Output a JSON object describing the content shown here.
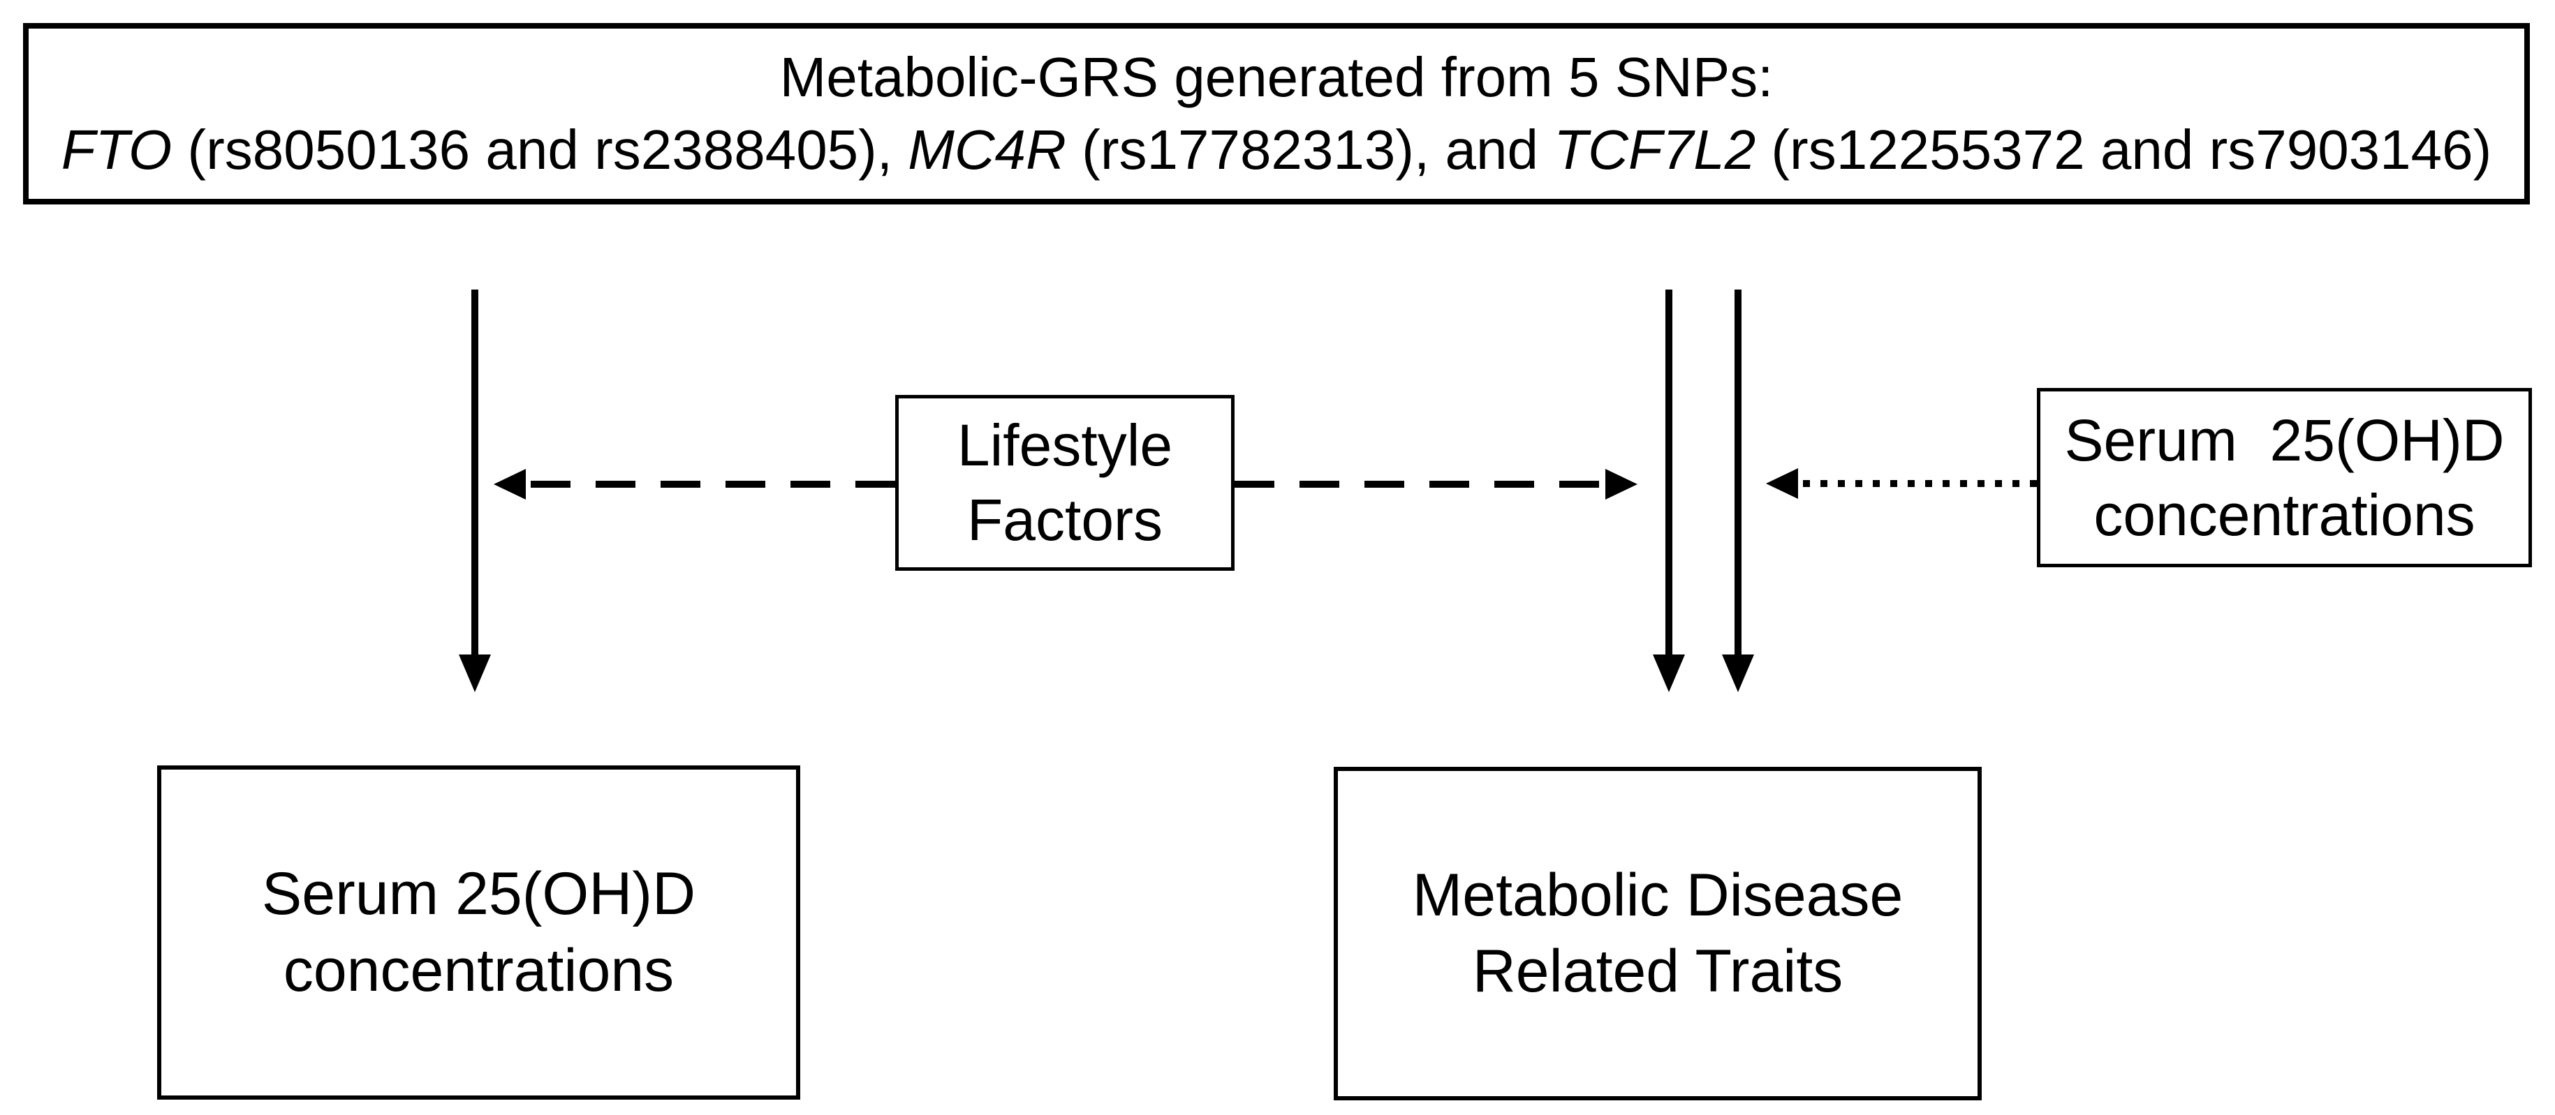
{
  "figure": {
    "background_color": "#ffffff",
    "line_color": "#000000",
    "grs_box": {
      "line1": "Metabolic-GRS generated from 5 SNPs:",
      "line2_segments": [
        {
          "text": "FTO",
          "italic": true
        },
        {
          "text": " (rs8050136 and rs2388405), ",
          "italic": false
        },
        {
          "text": "MC4R",
          "italic": true
        },
        {
          "text": " (rs17782313), and ",
          "italic": false
        },
        {
          "text": "TCF7L2",
          "italic": true
        },
        {
          "text": " (rs12255372 and rs7903146)",
          "italic": false
        }
      ]
    },
    "lifestyle_box": {
      "label": "Lifestyle\nFactors"
    },
    "serum_side_box": {
      "label": "Serum  25(OH)D\nconcentrations"
    },
    "serum_bottom_box": {
      "label": "Serum 25(OH)D\nconcentrations"
    },
    "metabolic_bottom_box": {
      "label": "Metabolic Disease\nRelated Traits"
    },
    "arrows": {
      "grs_to_serum": {
        "style": "solid",
        "direction": "down"
      },
      "grs_to_metabolic_left": {
        "style": "solid",
        "direction": "down"
      },
      "grs_to_metabolic_right": {
        "style": "solid",
        "direction": "down"
      },
      "lifestyle_to_serum": {
        "style": "dashed",
        "direction": "left"
      },
      "lifestyle_to_metabolic": {
        "style": "dashed",
        "direction": "right"
      },
      "serum_to_metabolic": {
        "style": "dotted",
        "direction": "left"
      }
    }
  }
}
